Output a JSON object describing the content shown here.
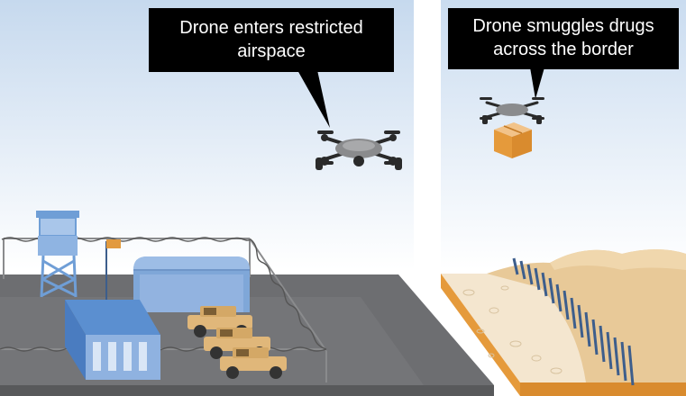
{
  "panels": {
    "left": {
      "callout_line1": "Drone enters restricted",
      "callout_line2": "airspace"
    },
    "right": {
      "callout_line1": "Drone smuggles drugs",
      "callout_line2": "across the border"
    }
  },
  "colors": {
    "sky_top": "#c9dbef",
    "ground": "#6d6e71",
    "building_blue": "#7fa7d8",
    "vehicle_tan": "#e0b77a",
    "sand": "#e8c998",
    "fence_blue": "#3d5e8c",
    "callout_bg": "#000000"
  }
}
